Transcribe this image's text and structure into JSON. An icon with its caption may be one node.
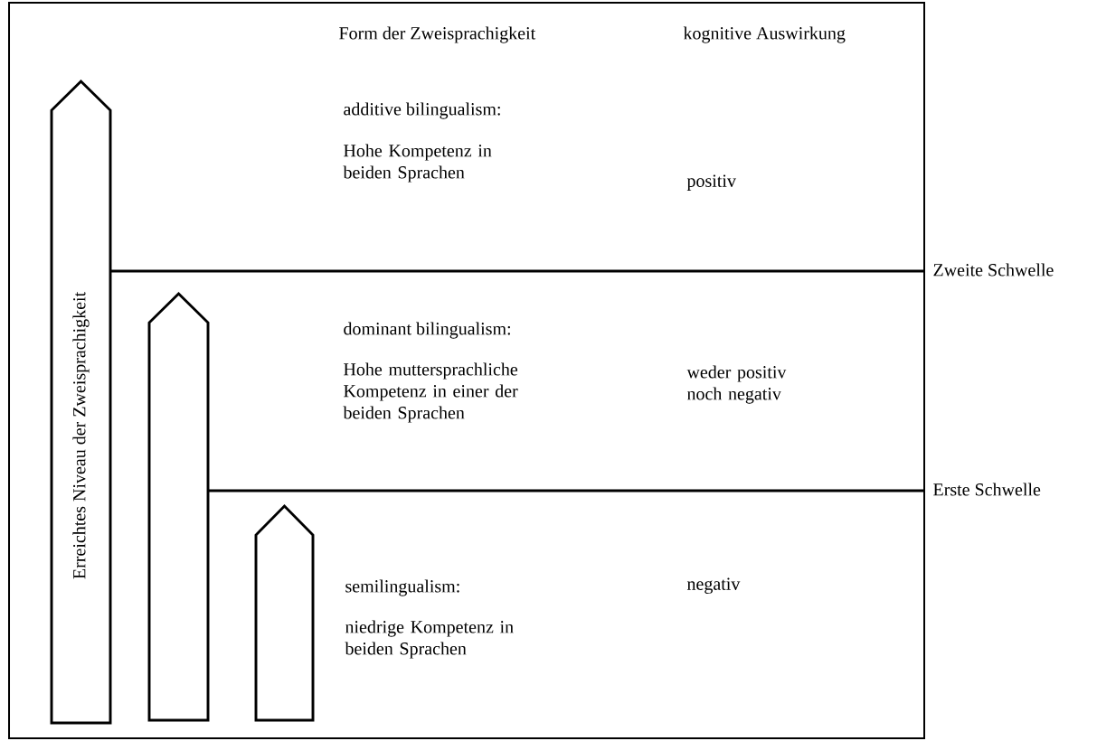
{
  "diagram": {
    "nodes": [
      {
        "text": [
          "Erreichtes Niveau der Zweisprachigkeit"
        ]
      },
      {
        "text": [],
        "shape": "arrow"
      },
      {
        "text": [],
        "shape": "arrow"
      }
    ],
    "labels": [
      "Form der Zweisprachigkeit",
      "kognitive Auswirkung",
      "additive bilingualism:",
      "Hohe Kompetenz in beiden Sprachen",
      "positiv",
      "Zweite Schwelle",
      "dominant bilingualism:",
      "Hohe muttersprachliche Kompetenz in einer der beiden Sprachen",
      "weder positiv noch negativ",
      "Erste Schwelle",
      "semilingualism:",
      "niedrige Kompetenz in beiden Sprachen",
      "negativ"
    ]
  }
}
